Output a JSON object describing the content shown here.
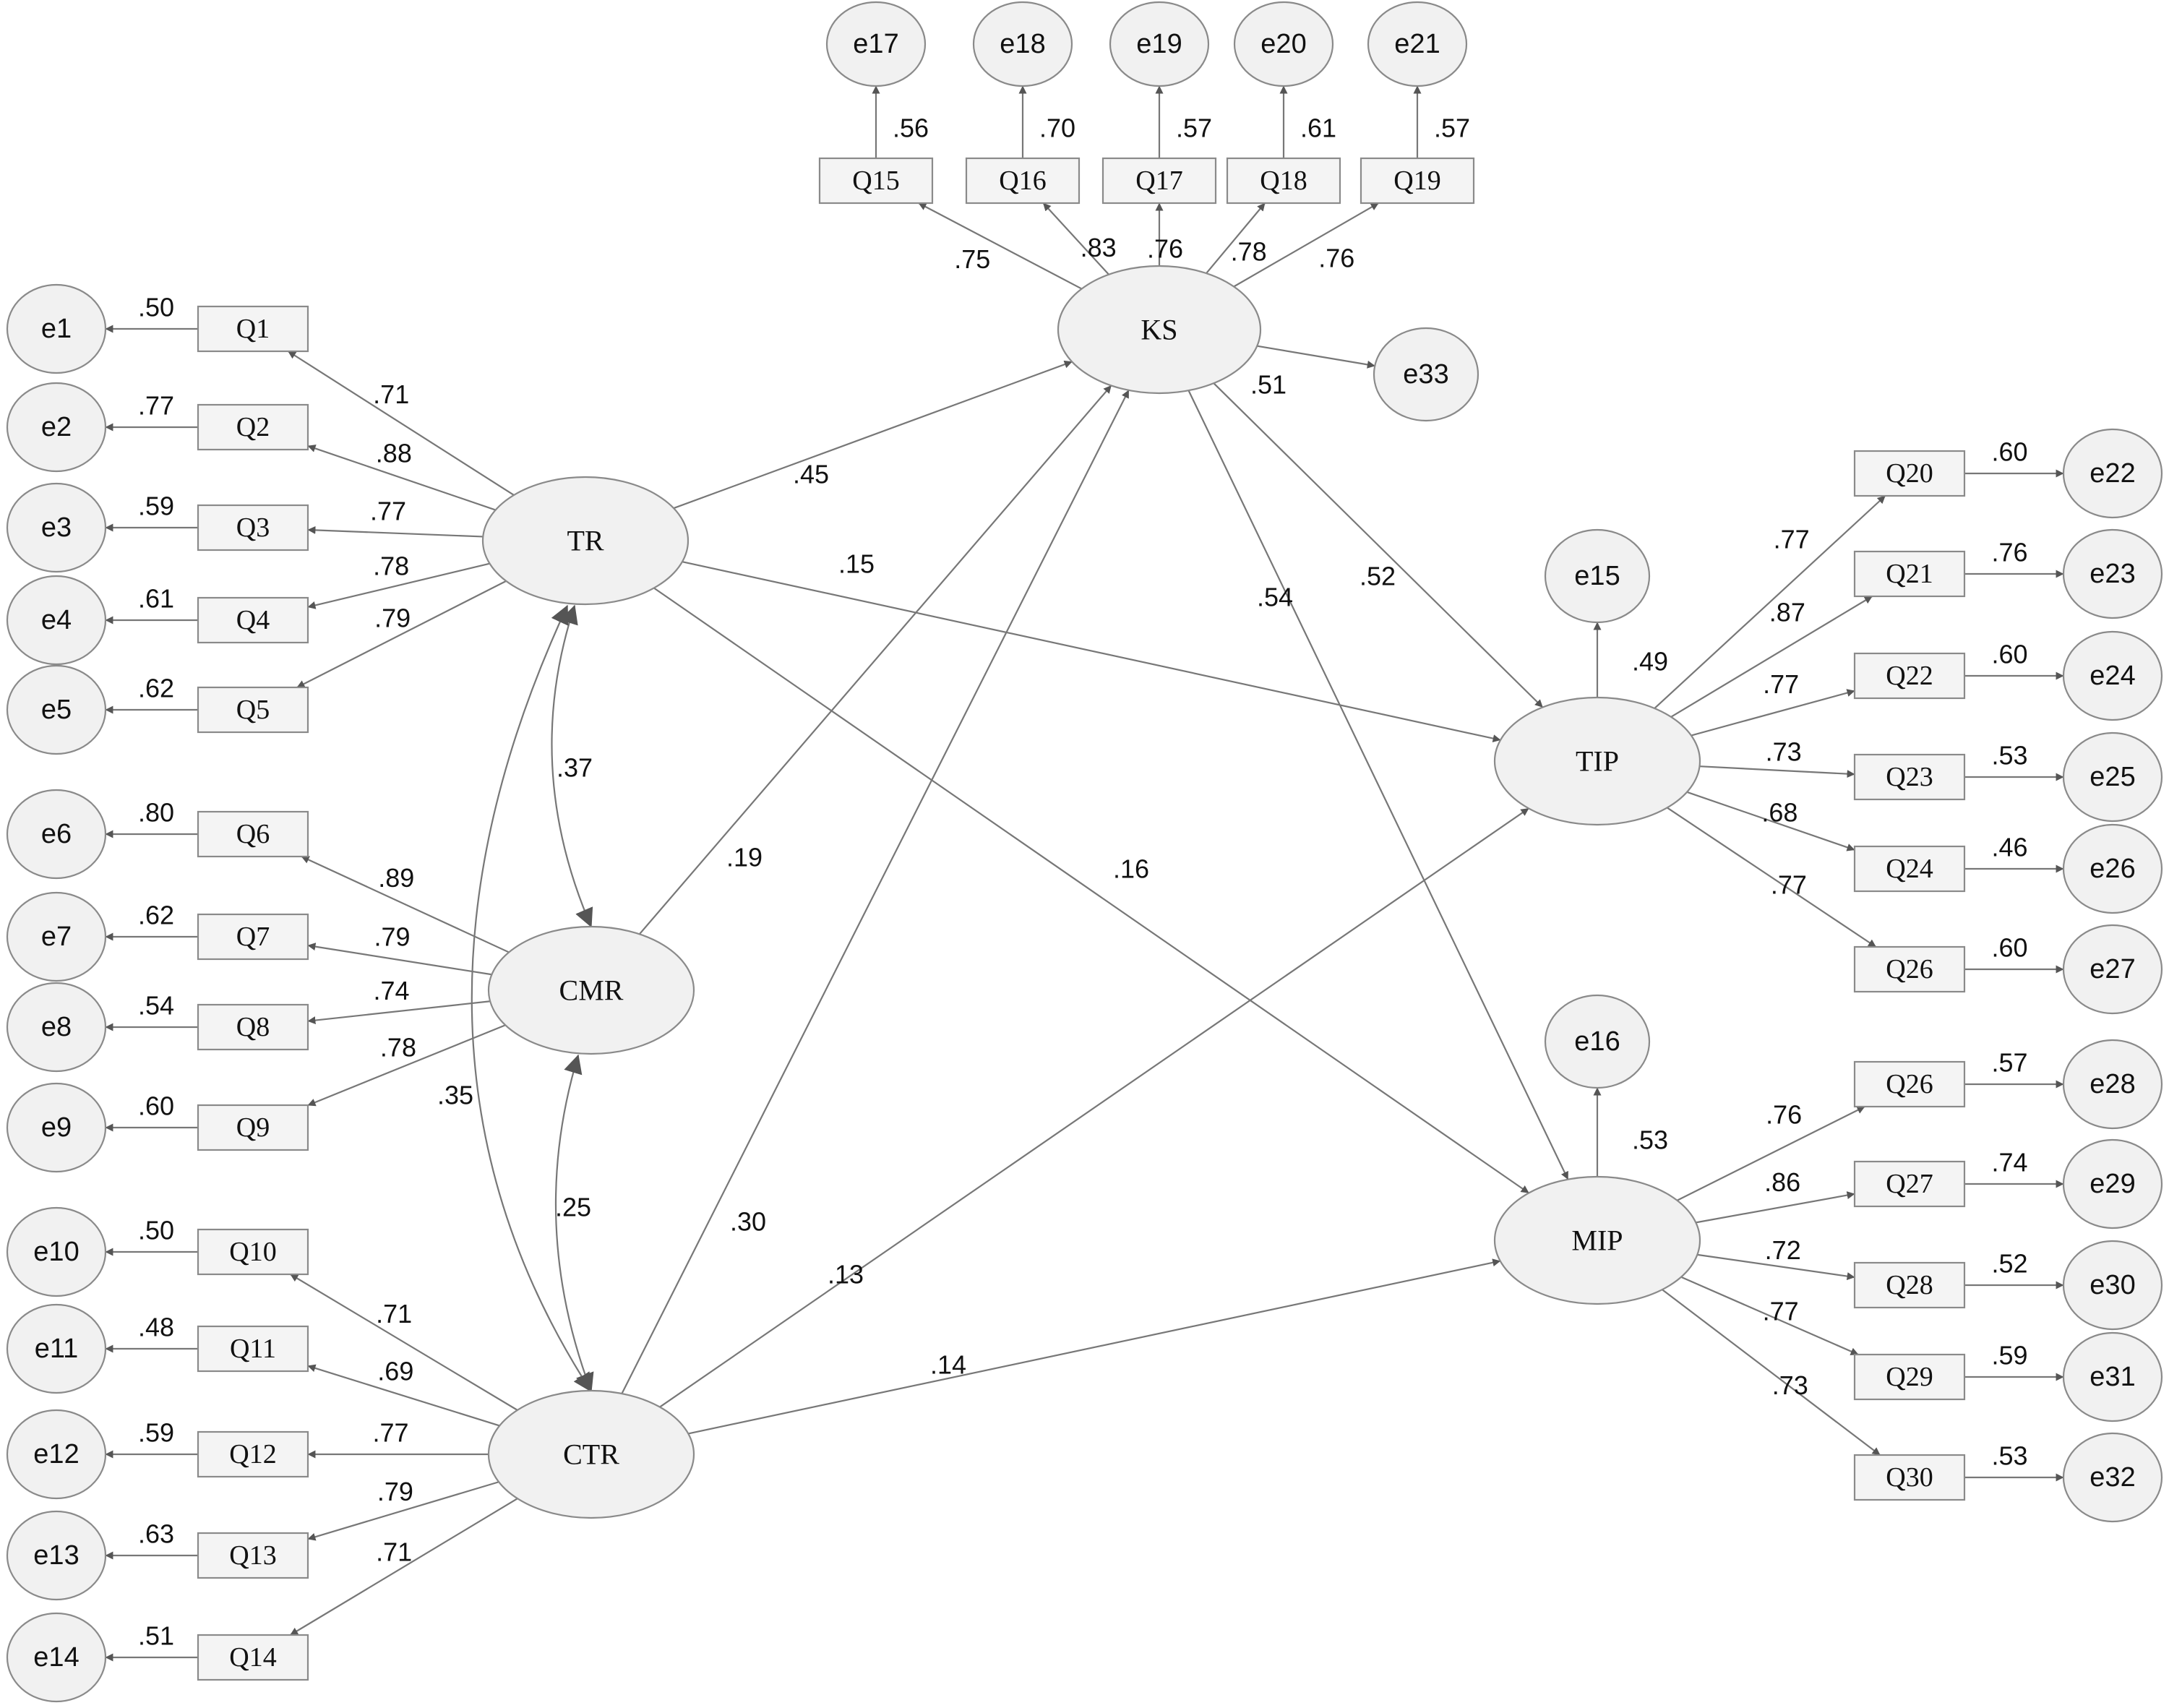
{
  "colors": {
    "line": "#777777",
    "node_fill": "#f1f1f1",
    "node_stroke": "#8a8a8a",
    "text": "#111111"
  },
  "latents": {
    "TR": "TR",
    "CMR": "CMR",
    "CTR": "CTR",
    "KS": "KS",
    "TIP": "TIP",
    "MIP": "MIP"
  },
  "measurement": {
    "TR": [
      {
        "item": "Q1",
        "error": "e1",
        "loading": ".71",
        "error_value": ".50"
      },
      {
        "item": "Q2",
        "error": "e2",
        "loading": ".88",
        "error_value": ".77"
      },
      {
        "item": "Q3",
        "error": "e3",
        "loading": ".77",
        "error_value": ".59"
      },
      {
        "item": "Q4",
        "error": "e4",
        "loading": ".78",
        "error_value": ".61"
      },
      {
        "item": "Q5",
        "error": "e5",
        "loading": ".79",
        "error_value": ".62"
      }
    ],
    "CMR": [
      {
        "item": "Q6",
        "error": "e6",
        "loading": ".89",
        "error_value": ".80"
      },
      {
        "item": "Q7",
        "error": "e7",
        "loading": ".79",
        "error_value": ".62"
      },
      {
        "item": "Q8",
        "error": "e8",
        "loading": ".74",
        "error_value": ".54"
      },
      {
        "item": "Q9",
        "error": "e9",
        "loading": ".78",
        "error_value": ".60"
      }
    ],
    "CTR": [
      {
        "item": "Q10",
        "error": "e10",
        "loading": ".71",
        "error_value": ".50"
      },
      {
        "item": "Q11",
        "error": "e11",
        "loading": ".69",
        "error_value": ".48"
      },
      {
        "item": "Q12",
        "error": "e12",
        "loading": ".77",
        "error_value": ".59"
      },
      {
        "item": "Q13",
        "error": "e13",
        "loading": ".79",
        "error_value": ".63"
      },
      {
        "item": "Q14",
        "error": "e14",
        "loading": ".71",
        "error_value": ".51"
      }
    ],
    "KS": [
      {
        "item": "Q15",
        "error": "e17",
        "loading": ".75",
        "error_value": ".56"
      },
      {
        "item": "Q16",
        "error": "e18",
        "loading": ".83",
        "error_value": ".70"
      },
      {
        "item": "Q17",
        "error": "e19",
        "loading": ".76",
        "error_value": ".57"
      },
      {
        "item": "Q18",
        "error": "e20",
        "loading": ".78",
        "error_value": ".61"
      },
      {
        "item": "Q19",
        "error": "e21",
        "loading": ".76",
        "error_value": ".57"
      }
    ],
    "TIP": [
      {
        "item": "Q20",
        "error": "e22",
        "loading": ".77",
        "error_value": ".60"
      },
      {
        "item": "Q21",
        "error": "e23",
        "loading": ".87",
        "error_value": ".76"
      },
      {
        "item": "Q22",
        "error": "e24",
        "loading": ".77",
        "error_value": ".60"
      },
      {
        "item": "Q23",
        "error": "e25",
        "loading": ".73",
        "error_value": ".53"
      },
      {
        "item": "Q24",
        "error": "e26",
        "loading": ".68",
        "error_value": ".46"
      },
      {
        "item": "Q26",
        "error": "e27",
        "loading": ".77",
        "error_value": ".60"
      }
    ],
    "MIP": [
      {
        "item": "Q26",
        "error": "e28",
        "loading": ".76",
        "error_value": ".57"
      },
      {
        "item": "Q27",
        "error": "e29",
        "loading": ".86",
        "error_value": ".74"
      },
      {
        "item": "Q28",
        "error": "e30",
        "loading": ".72",
        "error_value": ".52"
      },
      {
        "item": "Q29",
        "error": "e31",
        "loading": ".77",
        "error_value": ".59"
      },
      {
        "item": "Q30",
        "error": "e32",
        "loading": ".73",
        "error_value": ".53"
      }
    ]
  },
  "disturbances": [
    {
      "latent": "KS",
      "error": "e33",
      "value": ".51"
    },
    {
      "latent": "TIP",
      "error": "e15",
      "value": ".49"
    },
    {
      "latent": "MIP",
      "error": "e16",
      "value": ".53"
    }
  ],
  "paths": [
    {
      "from": "TR",
      "to": "KS",
      "value": ".45"
    },
    {
      "from": "TR",
      "to": "TIP",
      "value": ".15"
    },
    {
      "from": "TR",
      "to": "MIP",
      "value": ".16"
    },
    {
      "from": "CMR",
      "to": "KS",
      "value": ".19"
    },
    {
      "from": "CTR",
      "to": "KS",
      "value": ".30"
    },
    {
      "from": "CTR",
      "to": "TIP",
      "value": ".13"
    },
    {
      "from": "CTR",
      "to": "MIP",
      "value": ".14"
    },
    {
      "from": "KS",
      "to": "TIP",
      "value": ".52"
    },
    {
      "from": "KS",
      "to": "MIP",
      "value": ".54"
    }
  ],
  "covariances": [
    {
      "a": "TR",
      "b": "CMR",
      "value": ".37"
    },
    {
      "a": "CMR",
      "b": "CTR",
      "value": ".25"
    },
    {
      "a": "TR",
      "b": "CTR",
      "value": ".35"
    }
  ]
}
